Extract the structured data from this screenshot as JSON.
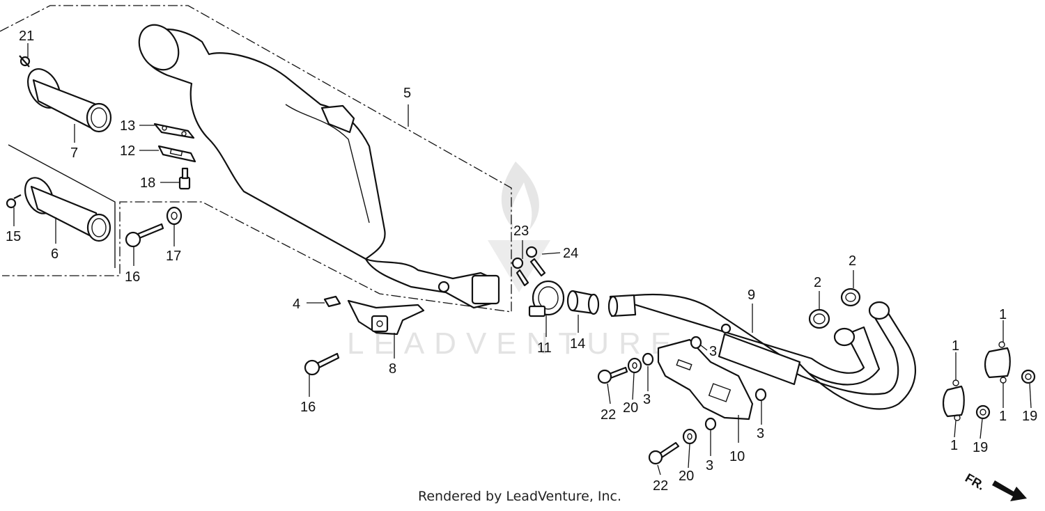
{
  "watermark": "LEADVENTURE",
  "credit": "Rendered by LeadVenture, Inc.",
  "direction_label": "FR.",
  "callouts": [
    {
      "id": "c21",
      "text": "21"
    },
    {
      "id": "c7",
      "text": "7"
    },
    {
      "id": "c13",
      "text": "13"
    },
    {
      "id": "c12",
      "text": "12"
    },
    {
      "id": "c18",
      "text": "18"
    },
    {
      "id": "c15",
      "text": "15"
    },
    {
      "id": "c6",
      "text": "6"
    },
    {
      "id": "c16a",
      "text": "16"
    },
    {
      "id": "c17",
      "text": "17"
    },
    {
      "id": "c5",
      "text": "5"
    },
    {
      "id": "c4",
      "text": "4"
    },
    {
      "id": "c8",
      "text": "8"
    },
    {
      "id": "c16b",
      "text": "16"
    },
    {
      "id": "c23",
      "text": "23"
    },
    {
      "id": "c24",
      "text": "24"
    },
    {
      "id": "c11",
      "text": "11"
    },
    {
      "id": "c14",
      "text": "14"
    },
    {
      "id": "c9",
      "text": "9"
    },
    {
      "id": "c2a",
      "text": "2"
    },
    {
      "id": "c2b",
      "text": "2"
    },
    {
      "id": "c3a",
      "text": "3"
    },
    {
      "id": "c3b",
      "text": "3"
    },
    {
      "id": "c22a",
      "text": "22"
    },
    {
      "id": "c20a",
      "text": "20"
    },
    {
      "id": "c3c",
      "text": "3"
    },
    {
      "id": "c10",
      "text": "10"
    },
    {
      "id": "c3d",
      "text": "3"
    },
    {
      "id": "c22b",
      "text": "22"
    },
    {
      "id": "c20b",
      "text": "20"
    },
    {
      "id": "c1a",
      "text": "1"
    },
    {
      "id": "c1b",
      "text": "1"
    },
    {
      "id": "c1c",
      "text": "1"
    },
    {
      "id": "c1d",
      "text": "1"
    },
    {
      "id": "c19a",
      "text": "19"
    },
    {
      "id": "c19b",
      "text": "19"
    }
  ]
}
